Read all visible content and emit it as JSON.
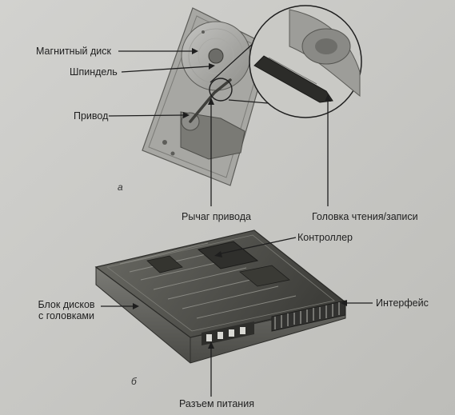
{
  "labels": {
    "magnetic_disk": "Магнитный диск",
    "spindle": "Шпиндель",
    "drive": "Привод",
    "actuator_arm": "Рычаг привода",
    "rw_head": "Головка чтения/записи",
    "controller": "Контроллер",
    "disk_block_line1": "Блок дисков",
    "disk_block_line2": "с головками",
    "interface": "Интерфейс",
    "power_connector": "Разъем питания"
  },
  "captions": {
    "top": "а",
    "bottom": "б"
  },
  "colors": {
    "page": "#c9c9c6",
    "line": "#1e1e1e",
    "drive_body": "#a9a9a6",
    "board": "#55554f"
  }
}
